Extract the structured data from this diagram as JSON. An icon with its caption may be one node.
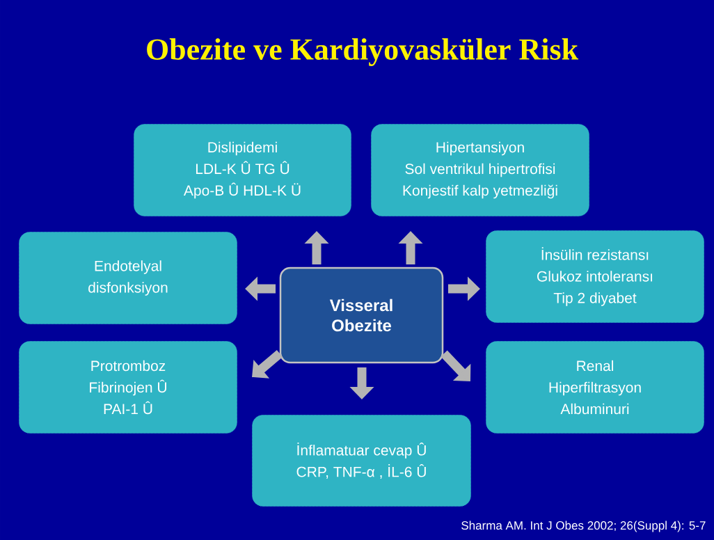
{
  "diagram": {
    "title": "Obezite ve Kardiyovasküler Risk",
    "nodes": [
      {
        "text": [
          "Dislipidemi",
          "LDL-K Û TG Û",
          "Apo-B Û HDL-K Ü"
        ]
      },
      {
        "text": [
          "Hipertansiyon",
          "Sol ventrikul hipertrofisi",
          "Konjestif kalp yetmezliği"
        ]
      },
      {
        "text": [
          "Endotelyal disfonksiyon"
        ]
      },
      {
        "text": [
          "Visseral Obezite"
        ]
      },
      {
        "text": [
          "İnsülin rezistansı",
          "Glukoz intoleransı",
          "Tip 2 diyabet"
        ]
      },
      {
        "text": [
          "Protromboz",
          "Fibrinojen Û",
          "PAI-1 Û"
        ]
      },
      {
        "text": [
          "Renal",
          "Hiperfiltrasyon",
          "Albuminuri"
        ]
      },
      {
        "text": [
          "İnflamatuar cevap Û",
          "CRP, TNF-α , İL-6 Û"
        ]
      }
    ],
    "edges": [
      {
        "from": 3,
        "to": 0,
        "arrow": "to"
      },
      {
        "from": 3,
        "to": 1,
        "arrow": "to"
      },
      {
        "from": 3,
        "to": 2,
        "arrow": "to"
      },
      {
        "from": 3,
        "to": 4,
        "arrow": "to"
      },
      {
        "from": 3,
        "to": 5,
        "arrow": "to"
      },
      {
        "from": 3,
        "to": 6,
        "arrow": "to"
      },
      {
        "from": 3,
        "to": 7,
        "arrow": "to"
      }
    ],
    "labels": [
      "Sharma AM. Int J Obes 2002; 26(Suppl 4): 5-7"
    ]
  }
}
